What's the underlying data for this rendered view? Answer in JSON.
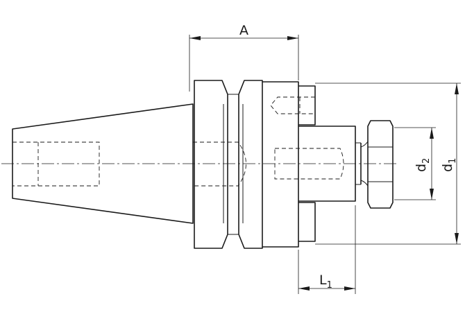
{
  "drawing": {
    "dimensions": {
      "a": {
        "letter": "A",
        "sub": ""
      },
      "l1": {
        "letter": "L",
        "sub": "1"
      },
      "d1": {
        "letter": "d",
        "sub": "1"
      },
      "d2": {
        "letter": "d",
        "sub": "2"
      }
    }
  }
}
